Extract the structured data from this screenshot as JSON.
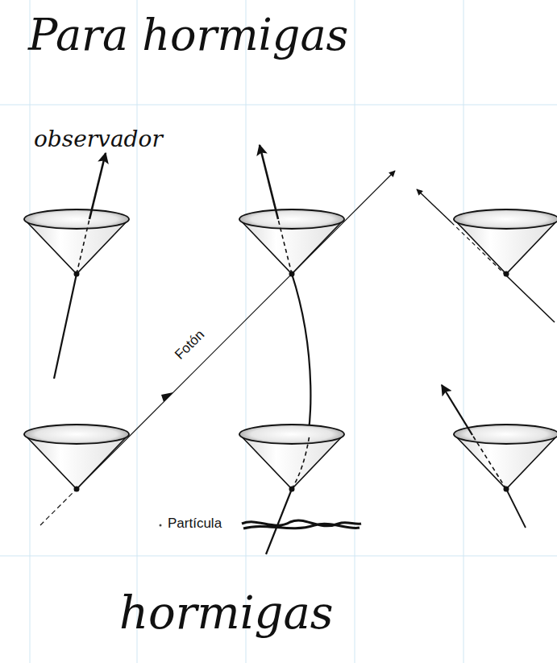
{
  "diagram": {
    "title": "Para hormigas",
    "labels": [
      "observador",
      "Fotón",
      "Partícula",
      "hormigas"
    ]
  }
}
